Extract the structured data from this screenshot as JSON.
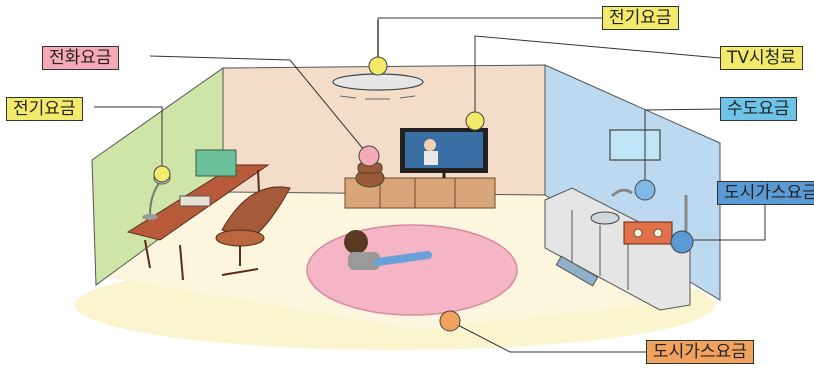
{
  "labels": {
    "ceiling_light": {
      "text": "전기요금",
      "color": "#f3e96b"
    },
    "phone": {
      "text": "전화요금",
      "color": "#f6a9b6"
    },
    "tv": {
      "text": "TV시청료",
      "color": "#f3e96b"
    },
    "desk_lamp": {
      "text": "전기요금",
      "color": "#f3e96b"
    },
    "water": {
      "text": "수도요금",
      "color": "#6dc3e8"
    },
    "stove_gas": {
      "text": "도시가스요금",
      "color": "#5b9bd5"
    },
    "floor_gas": {
      "text": "도시가스요금",
      "color": "#f0a25e"
    }
  },
  "markers": {
    "light_yellow": "#f3e96b",
    "pink": "#f6a9b6",
    "blue": "#7fb8e6",
    "orange": "#f0a25e"
  },
  "scene": {
    "tv_icon": "television-icon",
    "phone_icon": "telephone-icon",
    "lamp_icon": "desk-lamp-icon",
    "faucet_icon": "faucet-icon",
    "stove_icon": "gas-stove-icon"
  }
}
